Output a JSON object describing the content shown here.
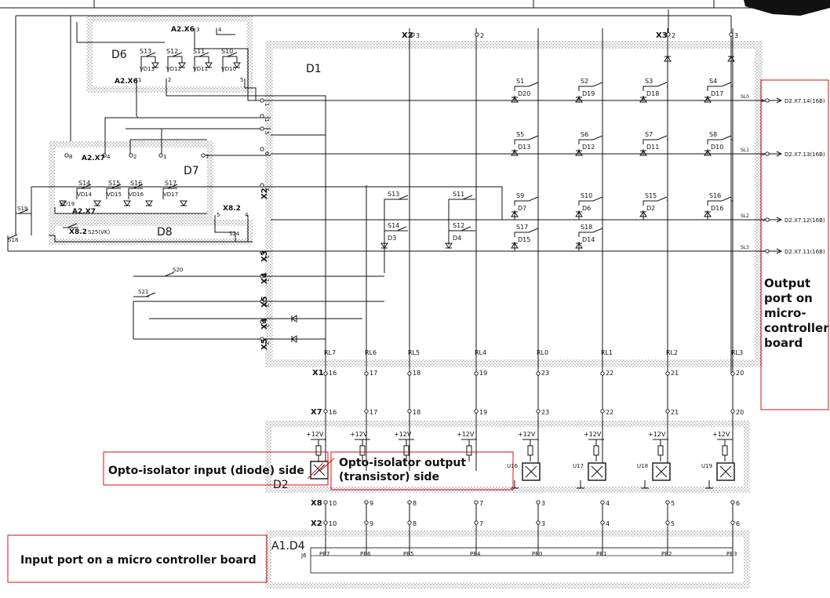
{
  "blocks": {
    "d1": "D1",
    "d6": "D6",
    "d7": "D7",
    "d8": "D8",
    "d2": "D2",
    "a1d4": "A1.D4"
  },
  "connectors": {
    "a2x6_top": "A2.X6",
    "a2x6_left": "A2.X6",
    "a2x7_top": "A2.X7",
    "a2x7_bot": "A2.X7",
    "x82_a": "X8.2",
    "x82_b": "X8.2",
    "x2_top": "X2",
    "x3_top": "X3",
    "x2_mid": "X2",
    "x3_mid": "X3",
    "x4_a": "X4",
    "x5_a": "X5",
    "x4_b": "X4",
    "x5_b": "X5",
    "x1": "X1",
    "x7": "X7",
    "x8": "X8",
    "x2_bot": "X2",
    "j6": "J6"
  },
  "pins": {
    "a2x6": [
      "3",
      "4",
      "1",
      "2",
      "5"
    ],
    "a2x7": [
      "8",
      "4",
      "2",
      "1",
      "7"
    ],
    "x82": [
      "5",
      "4"
    ],
    "left_port": [
      "1",
      "1",
      "5",
      "6",
      "7",
      "1",
      "1",
      "2",
      "1",
      "2"
    ],
    "top": [
      "3",
      "2",
      "2",
      "3"
    ]
  },
  "d6_switches": [
    {
      "s": "S13",
      "vd": "VD13"
    },
    {
      "s": "S12",
      "vd": "VD12"
    },
    {
      "s": "S11",
      "vd": "VD11"
    },
    {
      "s": "S10",
      "vd": "VD10"
    }
  ],
  "d7_switches": [
    {
      "s": "S14",
      "vd": "VD14"
    },
    {
      "s": "S15",
      "vd": "VD15"
    },
    {
      "s": "S16",
      "vd": "VD16"
    },
    {
      "s": "S17",
      "vd": "VD17"
    }
  ],
  "d7_extra": {
    "vd19": "VD19"
  },
  "d8_switches": {
    "s25": "S25(VK)",
    "s24": "S24"
  },
  "outer_switches": {
    "s19": "S19",
    "s18": "S18",
    "s20": "S20",
    "s21": "S21"
  },
  "matrix": [
    {
      "s": "S1",
      "d": "D20"
    },
    {
      "s": "S2",
      "d": "D19"
    },
    {
      "s": "S3",
      "d": "D18"
    },
    {
      "s": "S4",
      "d": "D17"
    },
    {
      "s": "S5",
      "d": "D13"
    },
    {
      "s": "S6",
      "d": "D12"
    },
    {
      "s": "S7",
      "d": "D11"
    },
    {
      "s": "S8",
      "d": "D10"
    },
    {
      "s": "S9",
      "d": "D7"
    },
    {
      "s": "S10",
      "d": "D6"
    },
    {
      "s": "S15",
      "d": "D2"
    },
    {
      "s": "S16",
      "d": "D16"
    },
    {
      "s": "S17",
      "d": "D15"
    },
    {
      "s": "S18",
      "d": "D14"
    }
  ],
  "matrix_left": [
    {
      "s": "S13"
    },
    {
      "s": "S11"
    },
    {
      "s": "S14",
      "d": "D3"
    },
    {
      "s": "S12",
      "d": "D4"
    }
  ],
  "scan_lines": [
    "SL0",
    "SL1",
    "SL2",
    "SL3"
  ],
  "right_pins": [
    "4",
    "3",
    "2",
    "1"
  ],
  "outputs": [
    "D2.X7.14(16B)",
    "D2.X7.13(16B)",
    "D2.X7.12(16B)",
    "D2.X7.11(16B)"
  ],
  "return_lines": [
    "RL7",
    "RL6",
    "RL5",
    "RL4",
    "RL0",
    "RL1",
    "RL2",
    "RL3"
  ],
  "x1_pins": [
    "16",
    "17",
    "18",
    "19",
    "23",
    "22",
    "21",
    "20"
  ],
  "x7_pins": [
    "16",
    "17",
    "18",
    "19",
    "23",
    "22",
    "21",
    "20"
  ],
  "supply": "+12V",
  "optos": [
    "U16",
    "U17",
    "U18",
    "U19"
  ],
  "x8_pins": [
    "10",
    "9",
    "8",
    "7",
    "3",
    "4",
    "5",
    "6"
  ],
  "x2_pins": [
    "10",
    "9",
    "8",
    "7",
    "3",
    "4",
    "5",
    "6"
  ],
  "port_bits": [
    "PB7",
    "PB6",
    "PB5",
    "PB4",
    "PB0",
    "PB1",
    "PB2",
    "PB3"
  ],
  "annotations": {
    "output_port": [
      "Output",
      "port on",
      "micro-",
      "controller",
      "board"
    ],
    "opto_input": "Opto-isolator input (diode) side",
    "opto_output": [
      "Opto-isolator output",
      "(transistor) side"
    ],
    "input_port": "Input port on a micro controller board"
  },
  "colors": {
    "annotation": "#e00000",
    "line": "#111111"
  }
}
